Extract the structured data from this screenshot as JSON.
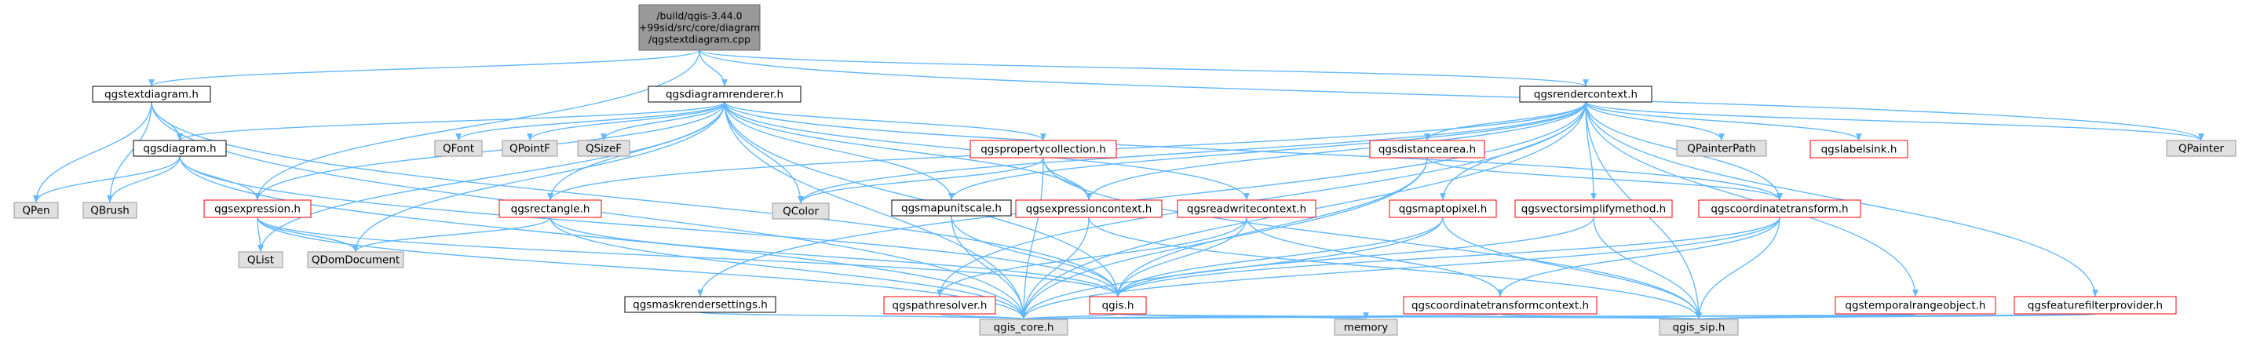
{
  "colors": {
    "root_fill": "#999999",
    "source_fill": "#ffffff",
    "external_fill": "#e0e0e0",
    "incomplete_border": "#ff0000",
    "border": "#000000",
    "external_border": "#999999",
    "edge": "#63B8FF",
    "text": "#000000"
  },
  "nodes": [
    {
      "id": "root",
      "label": "/build/qgis-3.44.0\n+99sid/src/core/diagram\n/qgstextdiagram.cpp",
      "kind": "root"
    },
    {
      "id": "qgstextdiagram_h",
      "label": "qgstextdiagram.h",
      "kind": "source"
    },
    {
      "id": "qgsdiagramrenderer_h",
      "label": "qgsdiagramrenderer.h",
      "kind": "source"
    },
    {
      "id": "qgsrendercontext_h",
      "label": "qgsrendercontext.h",
      "kind": "source"
    },
    {
      "id": "qgsdiagram_h",
      "label": "qgsdiagram.h",
      "kind": "source"
    },
    {
      "id": "QPen",
      "label": "QPen",
      "kind": "external"
    },
    {
      "id": "QBrush",
      "label": "QBrush",
      "kind": "external"
    },
    {
      "id": "qgsexpression_h",
      "label": "qgsexpression.h",
      "kind": "incomplete"
    },
    {
      "id": "QList",
      "label": "QList",
      "kind": "external"
    },
    {
      "id": "QDomDocument",
      "label": "QDomDocument",
      "kind": "external"
    },
    {
      "id": "qgis_core_h",
      "label": "qgis_core.h",
      "kind": "external"
    },
    {
      "id": "QFont",
      "label": "QFont",
      "kind": "external"
    },
    {
      "id": "QPointF",
      "label": "QPointF",
      "kind": "external"
    },
    {
      "id": "QSizeF",
      "label": "QSizeF",
      "kind": "external"
    },
    {
      "id": "QColor",
      "label": "QColor",
      "kind": "external"
    },
    {
      "id": "qgsrectangle_h",
      "label": "qgsrectangle.h",
      "kind": "incomplete"
    },
    {
      "id": "qgspropertycollection_h",
      "label": "qgspropertycollection.h",
      "kind": "incomplete"
    },
    {
      "id": "qgsmapunitscale_h",
      "label": "qgsmapunitscale.h",
      "kind": "source"
    },
    {
      "id": "qgsexpressioncontext_h",
      "label": "qgsexpressioncontext.h",
      "kind": "incomplete"
    },
    {
      "id": "qgsreadwritecontext_h",
      "label": "qgsreadwritecontext.h",
      "kind": "incomplete"
    },
    {
      "id": "qgsmaskrendersettings_h",
      "label": "qgsmaskrendersettings.h",
      "kind": "source"
    },
    {
      "id": "qgspathresolver_h",
      "label": "qgspathresolver.h",
      "kind": "incomplete"
    },
    {
      "id": "qgis_h",
      "label": "qgis.h",
      "kind": "incomplete"
    },
    {
      "id": "memory",
      "label": "memory",
      "kind": "external"
    },
    {
      "id": "qgis_sip_h",
      "label": "qgis_sip.h",
      "kind": "external"
    },
    {
      "id": "qgsdistancearea_h",
      "label": "qgsdistancearea.h",
      "kind": "incomplete"
    },
    {
      "id": "QPainterPath",
      "label": "QPainterPath",
      "kind": "external"
    },
    {
      "id": "qgslabelsink_h",
      "label": "qgslabelsink.h",
      "kind": "incomplete"
    },
    {
      "id": "QPainter",
      "label": "QPainter",
      "kind": "external"
    },
    {
      "id": "qgsmaptopixel_h",
      "label": "qgsmaptopixel.h",
      "kind": "incomplete"
    },
    {
      "id": "qgsvectorsimplifymethod_h",
      "label": "qgsvectorsimplifymethod.h",
      "kind": "incomplete"
    },
    {
      "id": "qgscoordinatetransform_h",
      "label": "qgscoordinatetransform.h",
      "kind": "incomplete"
    },
    {
      "id": "qgscoordinatetransformcontext_h",
      "label": "qgscoordinatetransformcontext.h",
      "kind": "incomplete"
    },
    {
      "id": "qgstemporalrangeobject_h",
      "label": "qgstemporalrangeobject.h",
      "kind": "incomplete"
    },
    {
      "id": "qgsfeaturefilterprovider_h",
      "label": "qgsfeaturefilterprovider.h",
      "kind": "incomplete"
    }
  ],
  "edges": [
    [
      "root",
      "qgstextdiagram_h"
    ],
    [
      "root",
      "qgsdiagramrenderer_h"
    ],
    [
      "root",
      "qgsrendercontext_h"
    ],
    [
      "root",
      "qgsexpression_h"
    ],
    [
      "root",
      "QPainter"
    ],
    [
      "qgstextdiagram_h",
      "qgsdiagram_h"
    ],
    [
      "qgstextdiagram_h",
      "QPen"
    ],
    [
      "qgstextdiagram_h",
      "QBrush"
    ],
    [
      "qgstextdiagram_h",
      "qgis_core_h"
    ],
    [
      "qgstextdiagram_h",
      "qgis_h"
    ],
    [
      "qgsdiagram_h",
      "QPen"
    ],
    [
      "qgsdiagram_h",
      "QBrush"
    ],
    [
      "qgsdiagram_h",
      "qgsexpression_h"
    ],
    [
      "qgsdiagram_h",
      "qgis_core_h"
    ],
    [
      "qgsdiagram_h",
      "qgis_h"
    ],
    [
      "qgsexpression_h",
      "QList"
    ],
    [
      "qgsexpression_h",
      "QDomDocument"
    ],
    [
      "qgsexpression_h",
      "qgis_core_h"
    ],
    [
      "qgsexpression_h",
      "qgis_h"
    ],
    [
      "qgsdiagramrenderer_h",
      "qgsdiagram_h"
    ],
    [
      "qgsdiagramrenderer_h",
      "QFont"
    ],
    [
      "qgsdiagramrenderer_h",
      "QPointF"
    ],
    [
      "qgsdiagramrenderer_h",
      "QSizeF"
    ],
    [
      "qgsdiagramrenderer_h",
      "QColor"
    ],
    [
      "qgsdiagramrenderer_h",
      "QList"
    ],
    [
      "qgsdiagramrenderer_h",
      "QDomDocument"
    ],
    [
      "qgsdiagramrenderer_h",
      "qgis_core_h"
    ],
    [
      "qgsdiagramrenderer_h",
      "qgsrectangle_h"
    ],
    [
      "qgsdiagramrenderer_h",
      "qgspropertycollection_h"
    ],
    [
      "qgsdiagramrenderer_h",
      "qgsmapunitscale_h"
    ],
    [
      "qgsdiagramrenderer_h",
      "qgsexpressioncontext_h"
    ],
    [
      "qgsdiagramrenderer_h",
      "qgsreadwritecontext_h"
    ],
    [
      "qgsdiagramrenderer_h",
      "qgscoordinatetransform_h"
    ],
    [
      "qgsdiagramrenderer_h",
      "qgis_h"
    ],
    [
      "qgsdiagramrenderer_h",
      "qgsexpression_h"
    ],
    [
      "qgsrectangle_h",
      "QDomDocument"
    ],
    [
      "qgsrectangle_h",
      "qgis_core_h"
    ],
    [
      "qgsrectangle_h",
      "qgis_h"
    ],
    [
      "qgspropertycollection_h",
      "QColor"
    ],
    [
      "qgspropertycollection_h",
      "qgsexpressioncontext_h"
    ],
    [
      "qgspropertycollection_h",
      "qgis_core_h"
    ],
    [
      "qgspropertycollection_h",
      "qgis_sip_h"
    ],
    [
      "qgsmapunitscale_h",
      "qgis_core_h"
    ],
    [
      "qgsmapunitscale_h",
      "qgis_h"
    ],
    [
      "qgsexpressioncontext_h",
      "qgis_core_h"
    ],
    [
      "qgsexpressioncontext_h",
      "qgis_sip_h"
    ],
    [
      "qgsreadwritecontext_h",
      "qgspathresolver_h"
    ],
    [
      "qgsreadwritecontext_h",
      "qgis_h"
    ],
    [
      "qgsreadwritecontext_h",
      "qgscoordinatetransformcontext_h"
    ],
    [
      "qgspathresolver_h",
      "qgis_core_h"
    ],
    [
      "qgis_h",
      "qgis_core_h"
    ],
    [
      "qgis_h",
      "memory"
    ],
    [
      "qgis_h",
      "qgis_sip_h"
    ],
    [
      "qgsmaskrendersettings_h",
      "qgis_core_h"
    ],
    [
      "qgsrendercontext_h",
      "QColor"
    ],
    [
      "qgsrendercontext_h",
      "QPainterPath"
    ],
    [
      "qgsrendercontext_h",
      "qgslabelsink_h"
    ],
    [
      "qgsrendercontext_h",
      "QPainter"
    ],
    [
      "qgsrendercontext_h",
      "qgsdistancearea_h"
    ],
    [
      "qgsrendercontext_h",
      "qgsmaptopixel_h"
    ],
    [
      "qgsrendercontext_h",
      "qgsvectorsimplifymethod_h"
    ],
    [
      "qgsrendercontext_h",
      "qgscoordinatetransform_h"
    ],
    [
      "qgsrendercontext_h",
      "qgsexpressioncontext_h"
    ],
    [
      "qgsrendercontext_h",
      "qgsmapunitscale_h"
    ],
    [
      "qgsrendercontext_h",
      "qgsmaskrendersettings_h"
    ],
    [
      "qgsrendercontext_h",
      "qgstemporalrangeobject_h"
    ],
    [
      "qgsrendercontext_h",
      "qgsfeaturefilterprovider_h"
    ],
    [
      "qgsrendercontext_h",
      "qgis_core_h"
    ],
    [
      "qgsrendercontext_h",
      "qgis_sip_h"
    ],
    [
      "qgsrendercontext_h",
      "qgspathresolver_h"
    ],
    [
      "qgsrendercontext_h",
      "qgsrectangle_h"
    ],
    [
      "qgsdistancearea_h",
      "qgis_core_h"
    ],
    [
      "qgsdistancearea_h",
      "qgscoordinatetransform_h"
    ],
    [
      "qgsdistancearea_h",
      "qgis_h"
    ],
    [
      "qgsmaptopixel_h",
      "qgis_core_h"
    ],
    [
      "qgsmaptopixel_h",
      "qgis_sip_h"
    ],
    [
      "qgsmaptopixel_h",
      "qgis_h"
    ],
    [
      "qgsvectorsimplifymethod_h",
      "qgis_h"
    ],
    [
      "qgsvectorsimplifymethod_h",
      "qgis_sip_h"
    ],
    [
      "qgscoordinatetransform_h",
      "qgis_core_h"
    ],
    [
      "qgscoordinatetransform_h",
      "qgis_sip_h"
    ],
    [
      "qgscoordinatetransform_h",
      "qgscoordinatetransformcontext_h"
    ],
    [
      "qgscoordinatetransform_h",
      "qgis_h"
    ],
    [
      "qgscoordinatetransformcontext_h",
      "qgis_core_h"
    ],
    [
      "qgscoordinatetransformcontext_h",
      "qgis_sip_h"
    ],
    [
      "qgstemporalrangeobject_h",
      "qgis_core_h"
    ],
    [
      "qgstemporalrangeobject_h",
      "qgis_sip_h"
    ],
    [
      "qgsfeaturefilterprovider_h",
      "qgis_core_h"
    ],
    [
      "qgsfeaturefilterprovider_h",
      "qgis_sip_h"
    ]
  ]
}
